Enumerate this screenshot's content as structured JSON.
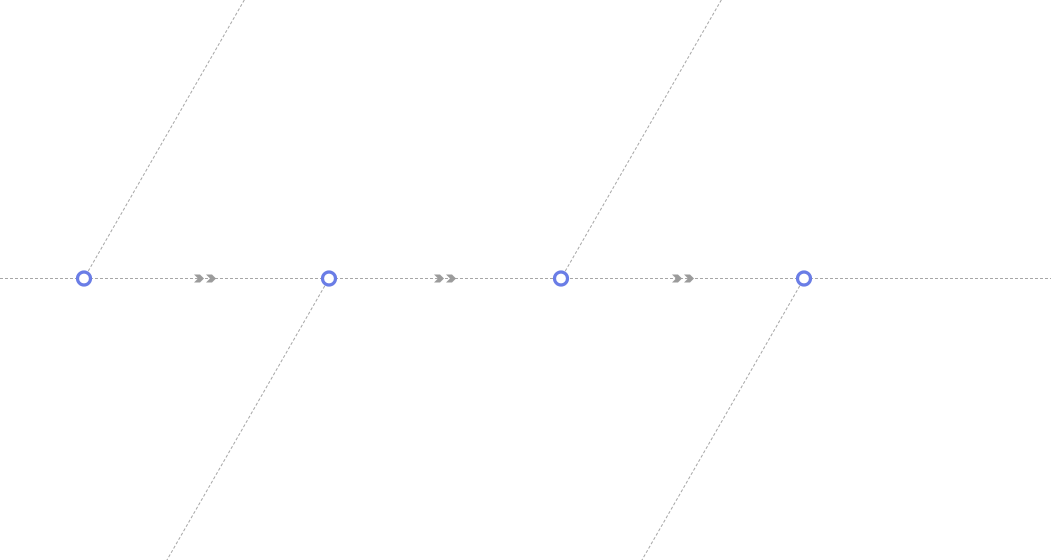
{
  "diagram": {
    "type": "timeline-flow",
    "colors": {
      "background": "#ffffff",
      "guide_line": "#a6a6a6",
      "node_stroke": "#6a7de6",
      "node_fill": "#ffffff",
      "arrow": "#9b9b9b"
    },
    "nodes": [
      {
        "id": "node-1",
        "branch_direction": "up"
      },
      {
        "id": "node-2",
        "branch_direction": "down"
      },
      {
        "id": "node-3",
        "branch_direction": "up"
      },
      {
        "id": "node-4",
        "branch_direction": "down"
      }
    ],
    "connectors": [
      {
        "from": "node-1",
        "to": "node-2",
        "icon": "double-chevron-right-icon"
      },
      {
        "from": "node-2",
        "to": "node-3",
        "icon": "double-chevron-right-icon"
      },
      {
        "from": "node-3",
        "to": "node-4",
        "icon": "double-chevron-right-icon"
      }
    ]
  }
}
